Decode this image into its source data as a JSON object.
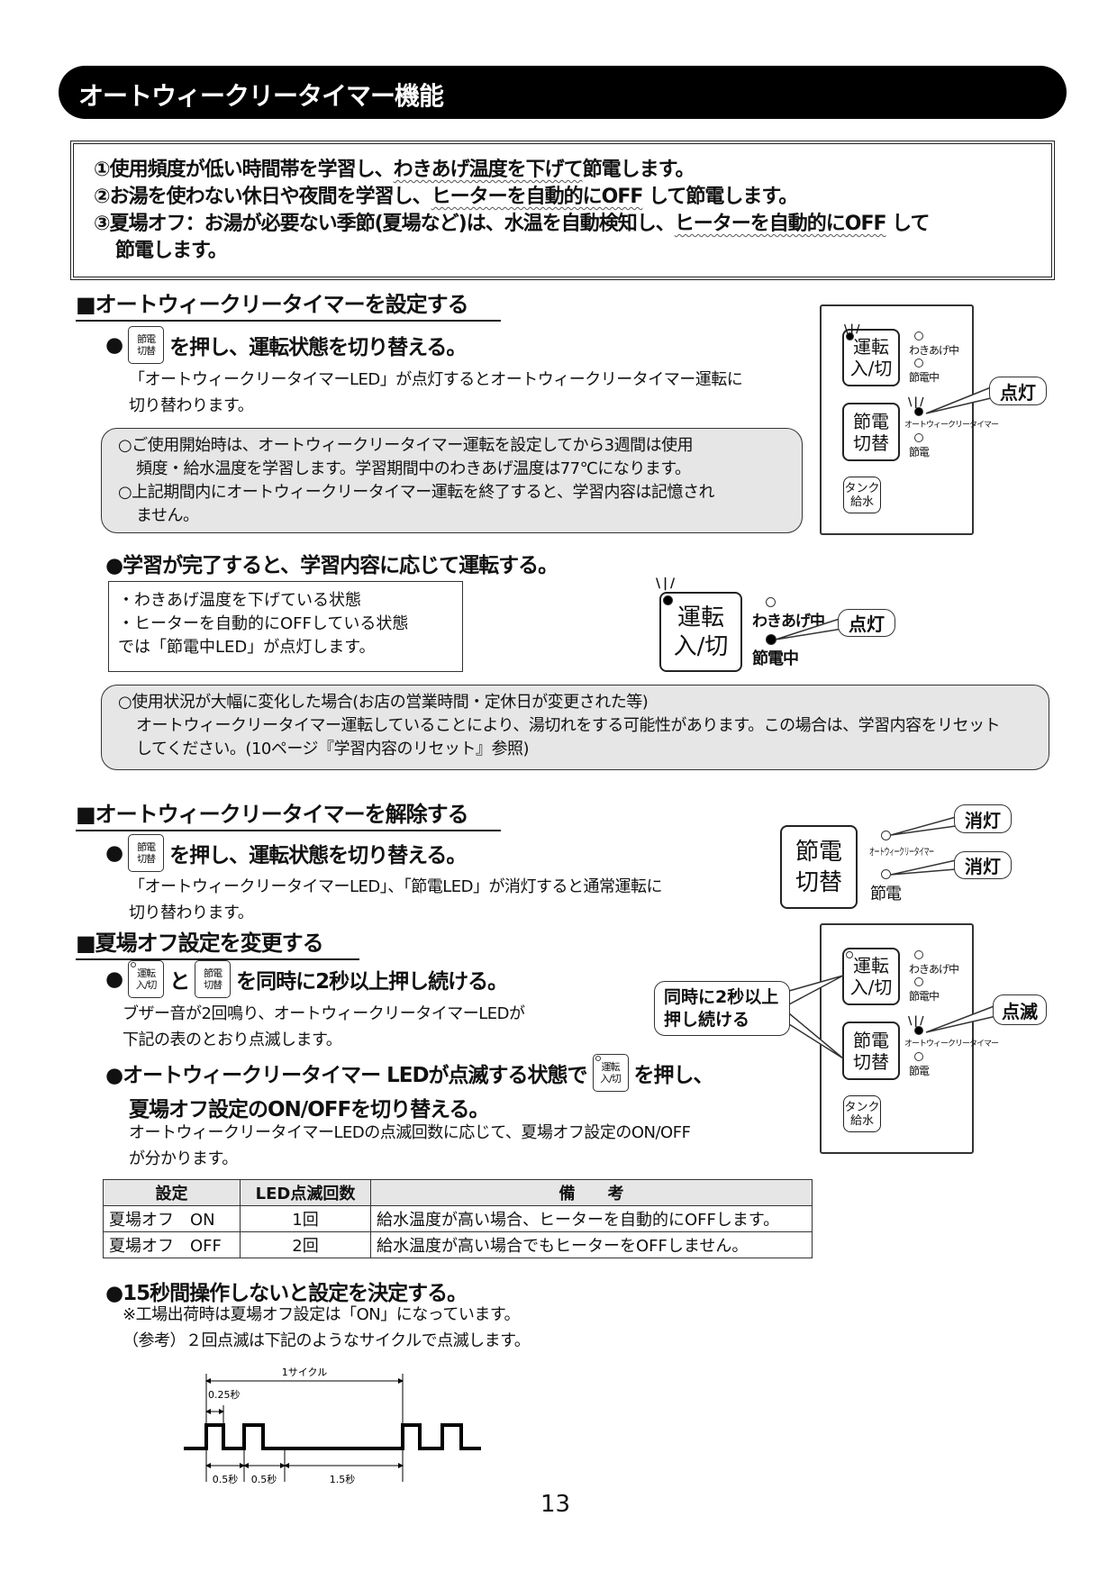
{
  "title": "オートウィークリータイマー機能",
  "intro": {
    "line1_a": "①使用頻度が低い時間帯を学習し、",
    "line1_u": "わきあげ温度を下げて",
    "line1_b": "節電します。",
    "line2_a": "②お湯を使わない休日や夜間を学習し、",
    "line2_u": "ヒーターを自動的にOFF",
    "line2_b": " して節電します。",
    "line3_a": "③夏場オフ：お湯が必要ない季節(夏場など)は、水温を自動検知し、",
    "line3_u": "ヒーターを自動的にOFF",
    "line3_b": " して",
    "line4": "節電します。"
  },
  "keys": {
    "setsuden": [
      "節電",
      "切替"
    ],
    "unten": [
      "運転",
      "入/切"
    ],
    "tank": [
      "タンク",
      "給水"
    ]
  },
  "leds": {
    "wakiage": "わきあげ中",
    "setsudenchu": "節電中",
    "auto": "オートウィークリータイマー",
    "setsuden": "節電"
  },
  "set": {
    "heading": "■オートウィークリータイマーを設定する",
    "bullet": "を押し、運転状態を切り替える。",
    "desc1": "「オートウィークリータイマーLED」が点灯するとオートウィークリータイマー運転に",
    "desc2": "切り替わります。",
    "note": [
      "○ご使用開始時は、オートウィークリータイマー運転を設定してから3週間は使用",
      "頻度・給水温度を学習します。学習期間中のわきあげ温度は77℃になります。",
      "○上記期間内にオートウィークリータイマー運転を終了すると、学習内容は記憶され",
      "ません。"
    ],
    "callout": "点灯",
    "bullet2": "●学習が完了すると、学習内容に応じて運転する。",
    "box": [
      "・わきあげ温度を下げている状態",
      "・ヒーターを自動的にOFFしている状態",
      "では「節電中LED」が点灯します。"
    ],
    "callout2": "点灯",
    "note2": [
      "○使用状況が大幅に変化した場合(お店の営業時間・定休日が変更された等)",
      "オートウィークリータイマー運転していることにより、湯切れをする可能性があります。この場合は、学習内容をリセット",
      "してください。(10ページ『学習内容のリセット』参照)"
    ]
  },
  "cancel": {
    "heading": "■オートウィークリータイマーを解除する",
    "bullet": "を押し、運転状態を切り替える。",
    "desc1": "「オートウィークリータイマーLED」、「節電LED」が消灯すると通常運転に",
    "desc2": "切り替わります。",
    "callout1": "消灯",
    "callout2": "消灯"
  },
  "summer": {
    "heading": "■夏場オフ設定を変更する",
    "bullet1_and": "と",
    "bullet1": "を同時に2秒以上押し続ける。",
    "desc1": "ブザー音が2回鳴り、オートウィークリータイマーLEDが",
    "desc2": "下記の表のとおり点滅します。",
    "callout_press": [
      "同時に2秒以上",
      "押し続ける"
    ],
    "callout_blink": "点滅",
    "bullet2_a": "●オートウィークリータイマー LEDが点滅する状態で",
    "bullet2_b": "を押し、",
    "bullet2_c": "夏場オフ設定のON/OFFを切り替える。",
    "desc3": "オートウィークリータイマーLEDの点滅回数に応じて、夏場オフ設定のON/OFF",
    "desc4": "が分かります。",
    "table": {
      "headers": [
        "設定",
        "LED点滅回数",
        "備　　考"
      ],
      "rows": [
        [
          "夏場オフ　ON",
          "1回",
          "給水温度が高い場合、ヒーターを自動的にOFFします。"
        ],
        [
          "夏場オフ　OFF",
          "2回",
          "給水温度が高い場合でもヒーターをOFFしません。"
        ]
      ]
    },
    "bullet3": "●15秒間操作しないと設定を決定する。",
    "note1": "※工場出荷時は夏場オフ設定は「ON」になっています。",
    "note2": "（参考）２回点滅は下記のようなサイクルで点滅します。"
  },
  "timing": {
    "cycle": "1サイクル",
    "on_time": "0.25秒",
    "period1": "0.5秒",
    "period2": "0.5秒",
    "pause": "1.5秒"
  },
  "page_number": "13"
}
